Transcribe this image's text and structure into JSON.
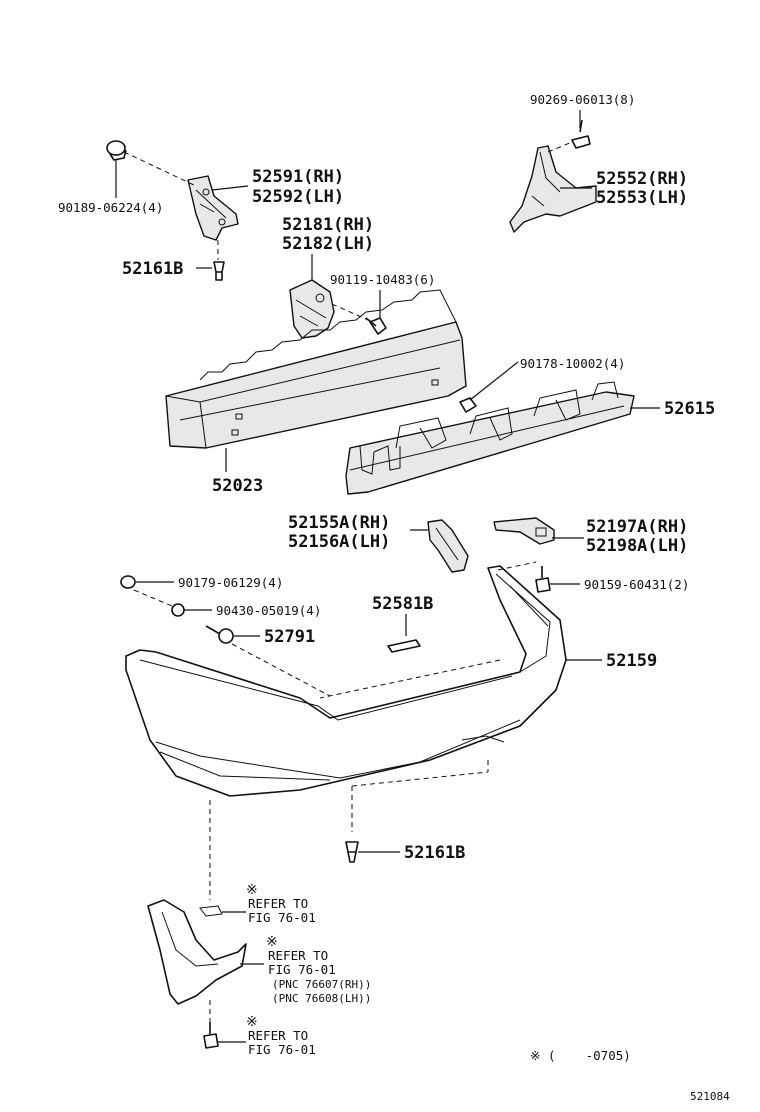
{
  "labels": {
    "p90269": "90269-06013(8)",
    "p52552": "52552(RH)",
    "p52553": "52553(LH)",
    "p52591": "52591(RH)",
    "p52592": "52592(LH)",
    "p90189": "90189-06224(4)",
    "p52181": "52181(RH)",
    "p52182": "52182(LH)",
    "p52161b_top": "52161B",
    "p90119": "90119-10483(6)",
    "p90178": "90178-10002(4)",
    "p52615": "52615",
    "p52023": "52023",
    "p52155a": "52155A(RH)",
    "p52156a": "52156A(LH)",
    "p52197a": "52197A(RH)",
    "p52198a": "52198A(LH)",
    "p90179": "90179-06129(4)",
    "p90159": "90159-60431(2)",
    "p90430": "90430-05019(4)",
    "p52581b": "52581B",
    "p52791": "52791",
    "p52159": "52159",
    "p52161b_bottom": "52161B",
    "ref_mark": "※",
    "ref1_line1": "REFER TO",
    "ref1_line2": "FIG 76-01",
    "ref2_line1": "REFER TO",
    "ref2_line2": "FIG 76-01",
    "ref2_pnc_rh": "(PNC 76607(RH))",
    "ref2_pnc_lh": "(PNC 76608(LH))",
    "ref3_line1": "REFER TO",
    "ref3_line2": "FIG 76-01",
    "footnote": "※ (    -0705)",
    "figure_code": "521084"
  }
}
